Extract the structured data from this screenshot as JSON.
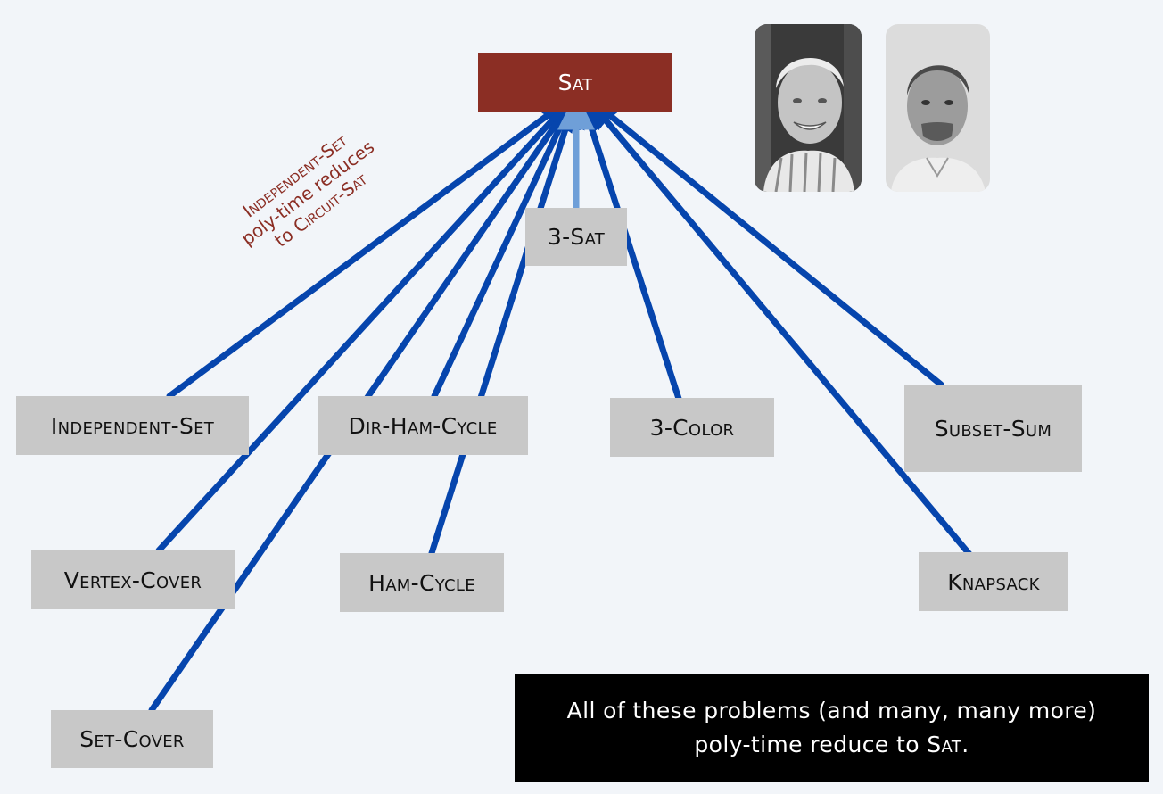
{
  "nodes": {
    "sat": "Sat",
    "three_sat": "3-Sat",
    "independent_set": "Independent-Set",
    "dir_ham_cycle": "Dir-Ham-Cycle",
    "three_color": "3-Color",
    "subset_sum": "Subset-Sum",
    "vertex_cover": "Vertex-Cover",
    "ham_cycle": "Ham-Cycle",
    "knapsack": "Knapsack",
    "set_cover": "Set-Cover"
  },
  "annotation": {
    "line1": "Independent-Set",
    "line2": "poly-time reduces",
    "line3_prefix": "to ",
    "line3_sc": "Circuit-Sat"
  },
  "caption": {
    "line1": "All of these problems (and many, many more)",
    "line2_prefix": "poly-time reduce to ",
    "line2_sc": "Sat",
    "line2_suffix": "."
  },
  "colors": {
    "background": "#f2f5f9",
    "sat_box": "#8b2e24",
    "node_box": "#c8c8c8",
    "arrow": "#0645ad",
    "arrow_light": "#6f9fd8",
    "annotation_text": "#8b2e24",
    "caption_box": "#000000"
  },
  "photos": [
    "person-photo-1",
    "person-photo-2"
  ]
}
